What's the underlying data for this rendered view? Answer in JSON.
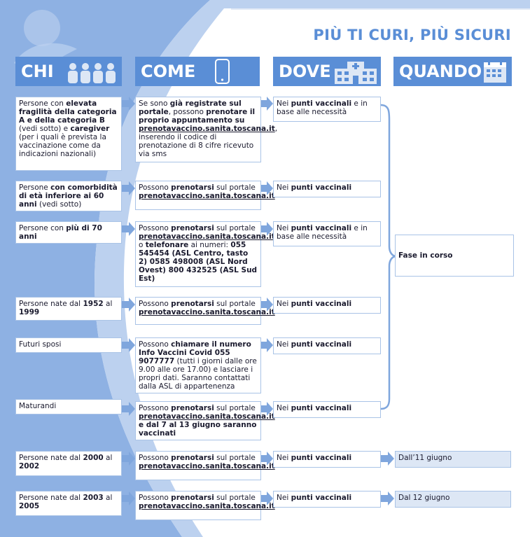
{
  "title": "PIÙ TI CURI, PIÙ SICURI",
  "headers": {
    "chi": "CHI",
    "come": "COME",
    "dove": "DOVE",
    "quando": "QUANDO"
  },
  "icons": {
    "chi": "people-icon",
    "come": "smartphone-icon",
    "dove": "hospital-icon",
    "quando": "calendar-icon"
  },
  "colors": {
    "primary": "#5a8ed6",
    "light": "#dde7f5",
    "border": "#a9c3e6"
  },
  "rows": [
    {
      "chi": [
        [
          "Persone con ",
          false
        ],
        [
          "elevata fragilità della categoria A e della categoria B",
          true
        ],
        [
          " (vedi sotto) e ",
          false
        ],
        [
          "caregiver",
          true
        ],
        [
          " (per i quali è prevista la vaccinazione come da indicazioni nazionali)",
          false
        ]
      ],
      "come": [
        [
          "Se sono ",
          false
        ],
        [
          "già registrate sul portale",
          true
        ],
        [
          ", possono ",
          false
        ],
        [
          "prenotare il proprio appuntamento su ",
          true
        ],
        [
          "prenotavaccino.sanita.toscana.it",
          "u"
        ],
        [
          ", inserendo il codice di prenotazione di 8 cifre ricevuto via sms",
          false
        ]
      ],
      "dove": [
        [
          "Nei ",
          false
        ],
        [
          "punti vaccinali",
          true
        ],
        [
          " e in base alle necessità",
          false
        ]
      ]
    },
    {
      "chi": [
        [
          "Persone ",
          false
        ],
        [
          "con comorbidità di età inferiore ai 60 anni",
          true
        ],
        [
          " (vedi sotto)",
          false
        ]
      ],
      "come": [
        [
          "Possono ",
          false
        ],
        [
          "prenotarsi",
          true
        ],
        [
          " sul portale ",
          false
        ],
        [
          "prenotavaccino.sanita.toscana.it",
          "u"
        ]
      ],
      "dove": [
        [
          "Nei ",
          false
        ],
        [
          "punti vaccinali",
          true
        ]
      ]
    },
    {
      "chi": [
        [
          "Persone con ",
          false
        ],
        [
          "più di 70 anni",
          true
        ]
      ],
      "come": [
        [
          "Possono ",
          false
        ],
        [
          "prenotarsi",
          true
        ],
        [
          " sul portale ",
          false
        ],
        [
          "prenotavaccino.sanita.toscana.it",
          "u"
        ],
        [
          " o ",
          false
        ],
        [
          "telefonare",
          true
        ],
        [
          " ai numeri: ",
          false
        ],
        [
          "055 545454 (ASL Centro, tasto 2) 0585 498008 (ASL Nord Ovest) 800 432525 (ASL Sud Est)",
          true
        ]
      ],
      "dove": [
        [
          "Nei ",
          false
        ],
        [
          "punti vaccinali",
          true
        ],
        [
          " e in base alle necessità",
          false
        ]
      ]
    },
    {
      "chi": [
        [
          "Persone nate dal ",
          false
        ],
        [
          "1952",
          true
        ],
        [
          " al ",
          false
        ],
        [
          "1999",
          true
        ]
      ],
      "come": [
        [
          "Possono ",
          false
        ],
        [
          "prenotarsi",
          true
        ],
        [
          " sul portale ",
          false
        ],
        [
          "prenotavaccino.sanita.toscana.it",
          "u"
        ]
      ],
      "dove": [
        [
          "Nei ",
          false
        ],
        [
          "punti vaccinali",
          true
        ]
      ]
    },
    {
      "chi": [
        [
          "Futuri sposi",
          false
        ]
      ],
      "come": [
        [
          "Possono ",
          false
        ],
        [
          "chiamare il numero Info Vaccini Covid 055 9077777",
          true
        ],
        [
          " (tutti i giorni dalle ore 9.00 alle ore 17.00) e lasciare i propri dati. Saranno contattati dalla ASL di appartenenza",
          false
        ]
      ],
      "dove": [
        [
          "Nei ",
          false
        ],
        [
          "punti vaccinali",
          true
        ]
      ]
    },
    {
      "chi": [
        [
          "Maturandi",
          false
        ]
      ],
      "come": [
        [
          "Possono ",
          false
        ],
        [
          "prenotarsi",
          true
        ],
        [
          " sul portale ",
          false
        ],
        [
          "prenotavaccino.sanita.toscana.it",
          "u"
        ],
        [
          " e dal 7 al 13 giugno saranno vaccinati",
          true
        ]
      ],
      "dove": [
        [
          "Nei ",
          false
        ],
        [
          "punti vaccinali",
          true
        ]
      ]
    },
    {
      "chi": [
        [
          "Persone nate dal ",
          false
        ],
        [
          "2000",
          true
        ],
        [
          " al ",
          false
        ],
        [
          "2002",
          true
        ]
      ],
      "come": [
        [
          "Possono ",
          false
        ],
        [
          "prenotarsi",
          true
        ],
        [
          " sul portale ",
          false
        ],
        [
          "prenotavaccino.sanita.toscana.it",
          "u"
        ]
      ],
      "dove": [
        [
          "Nei ",
          false
        ],
        [
          "punti vaccinali",
          true
        ]
      ],
      "quando": "Dall’11 giugno"
    },
    {
      "chi": [
        [
          "Persone nate dal ",
          false
        ],
        [
          "2003",
          true
        ],
        [
          " al ",
          false
        ],
        [
          "2005",
          true
        ]
      ],
      "come": [
        [
          "Possono ",
          false
        ],
        [
          "prenotarsi",
          true
        ],
        [
          " sul portale ",
          false
        ],
        [
          "prenotavaccino.sanita.toscana.it",
          "u"
        ]
      ],
      "dove": [
        [
          "Nei ",
          false
        ],
        [
          "punti vaccinali",
          true
        ]
      ],
      "quando": "Dal 12 giugno"
    }
  ],
  "fase": "Fase in corso"
}
